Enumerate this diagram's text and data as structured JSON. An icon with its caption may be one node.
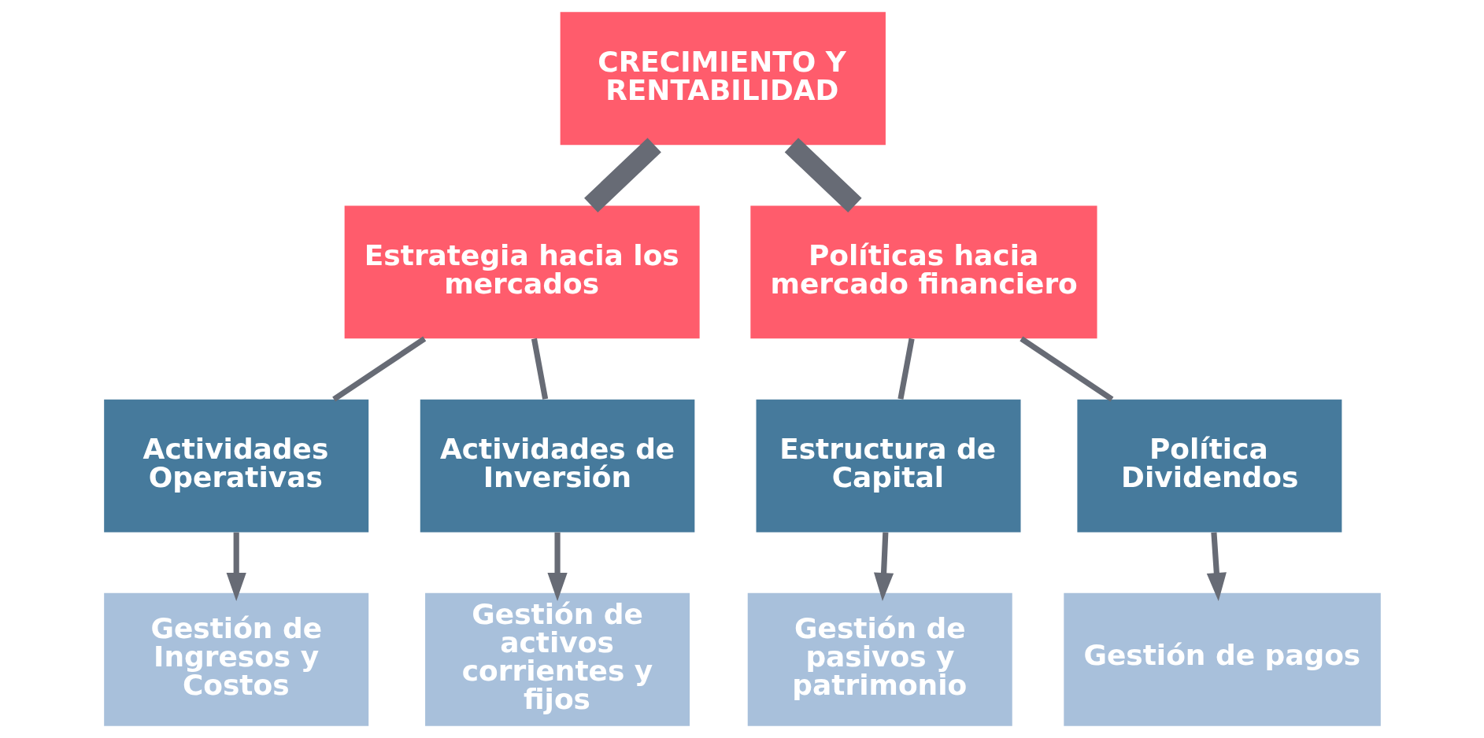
{
  "diagram": {
    "nodes": [
      {
        "text": [
          "CRECIMIENTO Y RENTABILIDAD"
        ]
      },
      {
        "text": [
          "Estrategia hacia los mercados"
        ]
      },
      {
        "text": [
          "Políticas hacia mercado financiero"
        ]
      },
      {
        "text": [
          "Actividades Operativas"
        ]
      },
      {
        "text": [
          "Actividades de Inversión"
        ]
      },
      {
        "text": [
          "Estructura de Capital"
        ]
      },
      {
        "text": [
          "Política Dividendos"
        ]
      },
      {
        "text": [
          "Gestión de Ingresos y Costos"
        ]
      },
      {
        "text": [
          "Gestión de activos corrientes y fijos"
        ]
      },
      {
        "text": [
          "Gestión de pasivos y patrimonio"
        ]
      },
      {
        "text": [
          "Gestión de pagos"
        ]
      }
    ],
    "edges": [
      {
        "from": 0,
        "to": 1,
        "arrow": "none",
        "style": "thick"
      },
      {
        "from": 0,
        "to": 2,
        "arrow": "none",
        "style": "thick"
      },
      {
        "from": 1,
        "to": 3,
        "arrow": "none"
      },
      {
        "from": 1,
        "to": 4,
        "arrow": "none"
      },
      {
        "from": 2,
        "to": 5,
        "arrow": "none"
      },
      {
        "from": 2,
        "to": 6,
        "arrow": "none"
      },
      {
        "from": 3,
        "to": 7,
        "arrow": "to"
      },
      {
        "from": 4,
        "to": 8,
        "arrow": "to"
      },
      {
        "from": 5,
        "to": 9,
        "arrow": "to"
      },
      {
        "from": 6,
        "to": 10,
        "arrow": "to"
      }
    ]
  }
}
